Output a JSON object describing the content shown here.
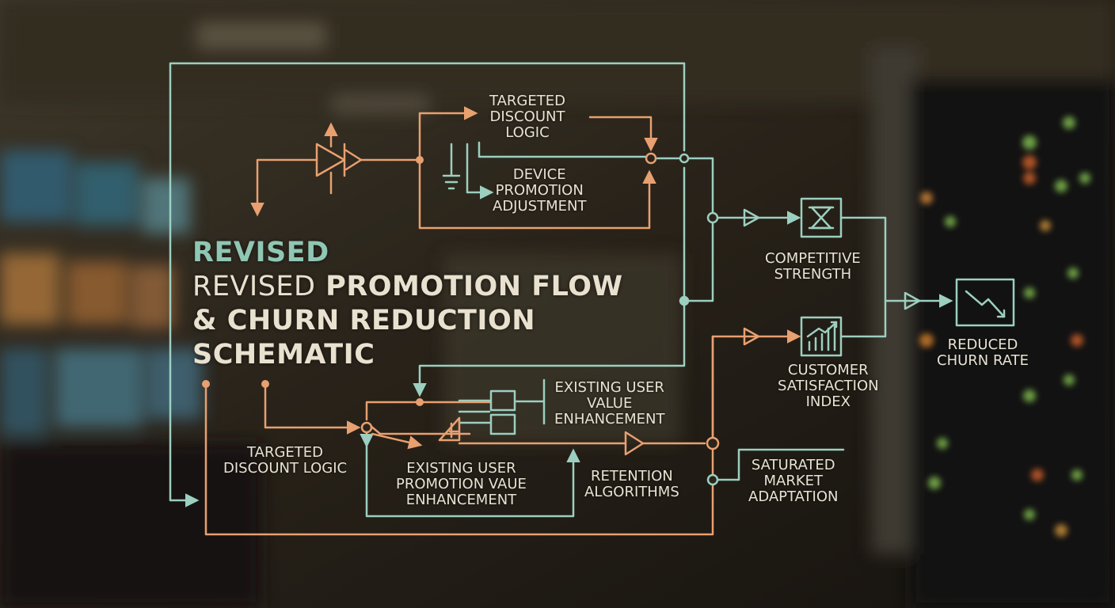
{
  "title": {
    "accent_word": "REVISED",
    "light_word": "REVISED",
    "line1_rest": "PROMOTION FLOW",
    "line2": "& CHURN REDUCTION",
    "line3": "SCHEMATIC"
  },
  "labels": {
    "targeted_discount_top": [
      "TARGETED",
      "DISCOUNT",
      "LOGIC"
    ],
    "device_promotion": [
      "DEVICE",
      "PROMOTION",
      "ADJUSTMENT"
    ],
    "competitive_strength": [
      "COMPETITIVE",
      "STRENGTH"
    ],
    "reduced_churn": [
      "REDUCED",
      "CHURN RATE"
    ],
    "customer_satisfaction": [
      "CUSTOMER",
      "SATISFACTION",
      "INDEX"
    ],
    "existing_user_value": [
      "EXISTING USER",
      "VALUE",
      "ENHANCEMENT"
    ],
    "targeted_discount_bottom": [
      "TARGETED",
      "DISCOUNT LOGIC"
    ],
    "existing_user_promotion": [
      "EXISTING USER",
      "PROMOTION VAUE",
      "ENHANCEMENT"
    ],
    "retention_algorithms": [
      "RETENTION",
      "ALGORITHMS"
    ],
    "saturated_market": [
      "SATURATED",
      "MARKET",
      "ADAPTATION"
    ]
  },
  "icons": [
    "hourglass-icon",
    "trend-down-icon",
    "bar-chart-up-icon",
    "amplifier-icon",
    "diode-icon",
    "ground-icon"
  ],
  "colors": {
    "teal": "#9ccfc0",
    "orange": "#e8a070",
    "text": "#e8e2d2"
  }
}
